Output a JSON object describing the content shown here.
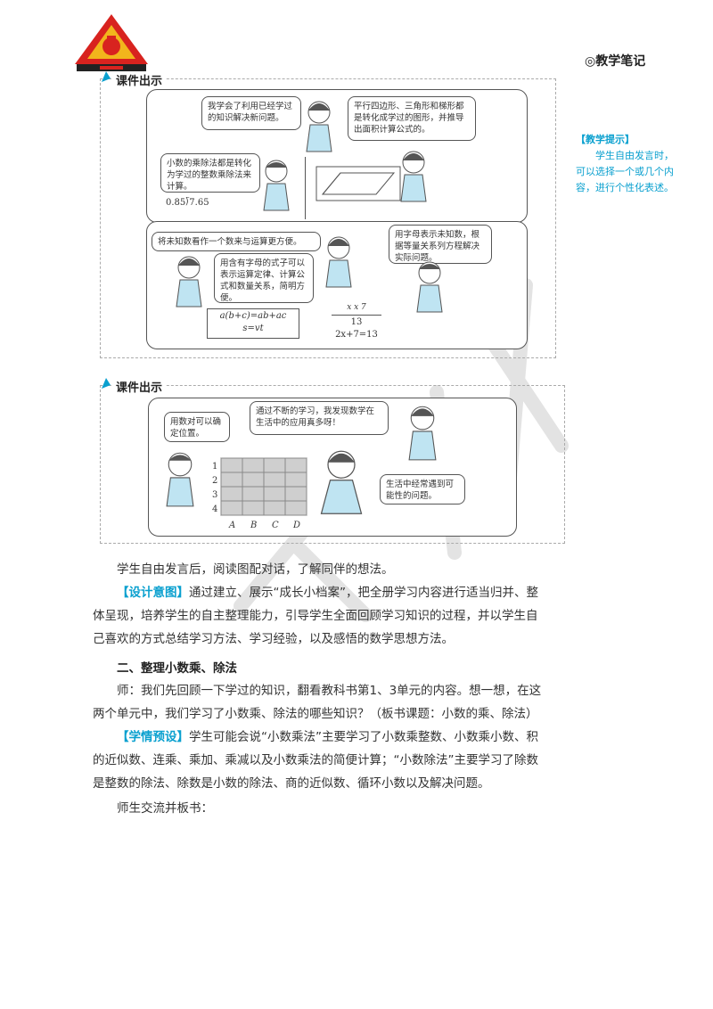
{
  "margin": {
    "heading": "◎教学笔记",
    "tip_tag": "【教学提示】",
    "tip_text": "学生自由发言时，可以选择一个或几个内容，进行个性化表述。"
  },
  "panel1": {
    "label": "课件出示",
    "bubble1": "我学会了利用已经学过的知识解决新问题。",
    "bubble2": "平行四边形、三角形和梯形都是转化成学过的图形，并推导出面积计算公式的。",
    "bubble3": "小数的乘除法都是转化为学过的整数乘除法来计算。",
    "division": "0.85⟌7.65",
    "bubble4": "将未知数看作一个数来与运算更方便。",
    "bubble5": "用字母表示未知数，根据等量关系列方程解决实际问题。",
    "bubble6": "用含有字母的式子可以表示运算定律、计算公式和数量关系，简明方便。",
    "formula1": "a(b+c)=ab+ac",
    "formula2": "s=vt",
    "formula3_top": "x    x    7",
    "formula3_mid": "13",
    "formula3_bottom": "2x+7=13"
  },
  "panel2": {
    "label": "课件出示",
    "bubble1": "用数对可以确定位置。",
    "bubble2": "通过不断的学习，我发现数学在生活中的应用真多呀！",
    "bubble3": "生活中经常遇到可能性的问题。",
    "rows": [
      "1",
      "2",
      "3",
      "4"
    ],
    "cols": [
      "A",
      "B",
      "C",
      "D"
    ]
  },
  "body": {
    "para1": "学生自由发言后，阅读图配对话，了解同伴的想法。",
    "design_tag": "【设计意图】",
    "design_text": "通过建立、展示“成长小档案”，把全册学习内容进行适当归并、整体呈现，培养学生的自主整理能力，引导学生全面回顾学习知识的过程，并以学生自己喜欢的方式总结学习方法、学习经验，以及感悟的数学思想方法。",
    "section2": "二、整理小数乘、除法",
    "para3": "师：我们先回顾一下学过的知识，翻看教科书第1、3单元的内容。想一想，在这两个单元中，我们学习了小数乘、除法的哪些知识？（板书课题：小数的乘、除法）",
    "preset_tag": "【学情预设】",
    "preset_text": "学生可能会说“小数乘法”主要学习了小数乘整数、小数乘小数、积的近似数、连乘、乘加、乘减以及小数乘法的简便计算；“小数除法”主要学习了除数是整数的除法、除数是小数的除法、商的近似数、循环小数以及解决问题。",
    "para5": "师生交流并板书："
  },
  "colors": {
    "accent": "#0aa0cf",
    "logo_red": "#d8231f",
    "logo_gold": "#f2b51c"
  }
}
